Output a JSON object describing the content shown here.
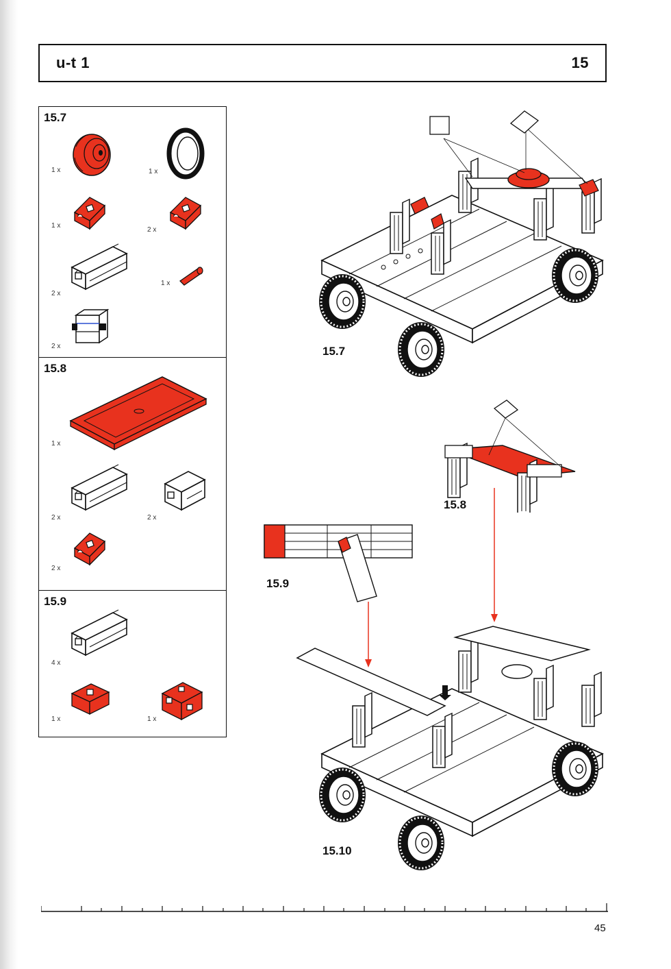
{
  "header": {
    "model": "u-t 1",
    "section": "15"
  },
  "colors": {
    "brick_red": "#e8321e",
    "ink": "#111111",
    "paper": "#ffffff"
  },
  "parts_panels": [
    {
      "label": "15.7",
      "parts": [
        {
          "icon": "pulley-wheel-icon",
          "qty": "1 x"
        },
        {
          "icon": "rubber-tire-icon",
          "qty": "1 x"
        },
        {
          "icon": "angle-block-icon",
          "qty": "1 x"
        },
        {
          "icon": "angle-block-icon",
          "qty": "2 x"
        },
        {
          "icon": "building-block-icon",
          "qty": "2 x"
        },
        {
          "icon": "axle-pin-icon",
          "qty": "1 x"
        },
        {
          "icon": "hinge-block-icon",
          "qty": "2 x"
        }
      ]
    },
    {
      "label": "15.8",
      "parts": [
        {
          "icon": "base-plate-icon",
          "qty": "1 x"
        },
        {
          "icon": "building-block-icon",
          "qty": "2 x"
        },
        {
          "icon": "small-block-icon",
          "qty": "2 x"
        },
        {
          "icon": "angle-block-icon",
          "qty": "2 x"
        }
      ]
    },
    {
      "label": "15.9",
      "parts": [
        {
          "icon": "building-block-icon",
          "qty": "4 x"
        },
        {
          "icon": "angle-block-icon",
          "qty": "1 x"
        },
        {
          "icon": "connector-block-icon",
          "qty": "1 x"
        }
      ]
    }
  ],
  "steps": {
    "step_15_7": "15.7",
    "step_15_8": "15.8",
    "step_15_9": "15.9",
    "step_15_10": "15.10"
  },
  "footer": {
    "page_number": "45"
  }
}
